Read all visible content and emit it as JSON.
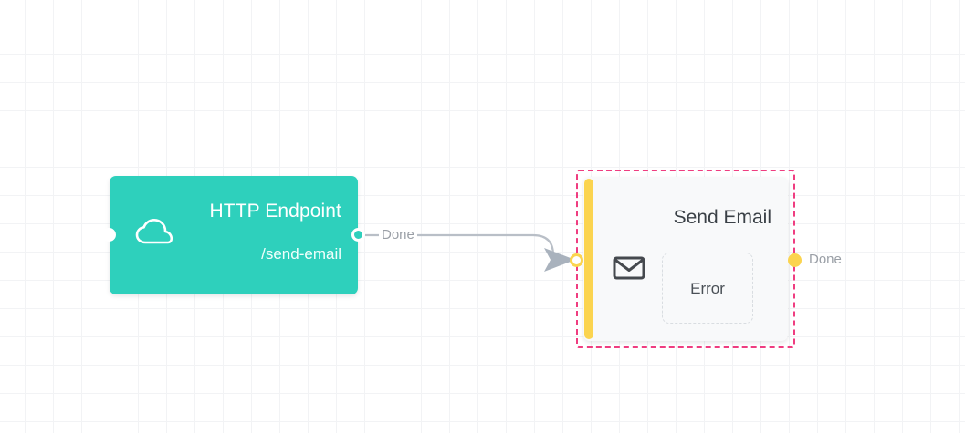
{
  "canvas": {
    "grid_size": 31,
    "background_color": "#ffffff",
    "grid_color": "#f2f3f5"
  },
  "palette": {
    "teal": "#2ed0bc",
    "yellow": "#fbd44f",
    "pink_selection": "#ef3d80",
    "card_bg": "#f8f9fa",
    "edge_gray": "#b9bfc7",
    "label_gray": "#9a9fa6",
    "title_dark": "#3a4046"
  },
  "nodes": [
    {
      "id": "http-endpoint",
      "title": "HTTP Endpoint",
      "subtitle": "/send-email",
      "icon": "cloud-icon",
      "selected": false,
      "accent_color": "#2ed0bc",
      "ports": {
        "input_label": "",
        "output_label": "Done"
      }
    },
    {
      "id": "send-email",
      "title": "Send Email",
      "icon": "envelope-icon",
      "selected": true,
      "accent_color": "#fbd44f",
      "slot": {
        "label": "Error",
        "style": "dashed-placeholder"
      },
      "ports": {
        "input_label": "",
        "output_label": "Done"
      }
    }
  ],
  "edges": [
    {
      "id": "edge-http-to-email",
      "from": "http-endpoint",
      "to": "send-email",
      "label": "Done",
      "color": "#b9bfc7",
      "arrow": true
    }
  ],
  "labels": {
    "done_source": "Done",
    "done_target": "Done"
  }
}
